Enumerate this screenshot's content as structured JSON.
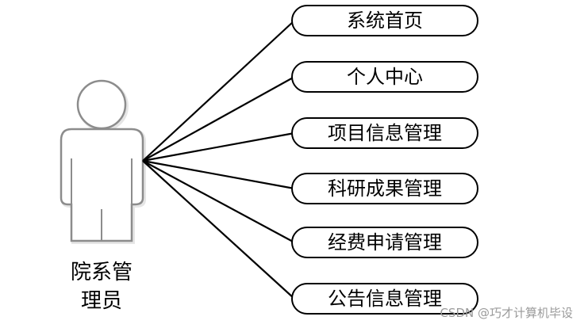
{
  "actor": {
    "name_line1": "院系管",
    "name_line2": "理员"
  },
  "use_cases": [
    "系统首页",
    "个人中心",
    "项目信息管理",
    "科研成果管理",
    "经费申请管理",
    "公告信息管理"
  ],
  "watermark": "CSDN @巧才计算机毕设",
  "colors": {
    "stroke": "#000000",
    "actor_stroke": "#8c8c8c",
    "actor_fill": "#ffffff",
    "watermark": "#9a9a9a"
  }
}
